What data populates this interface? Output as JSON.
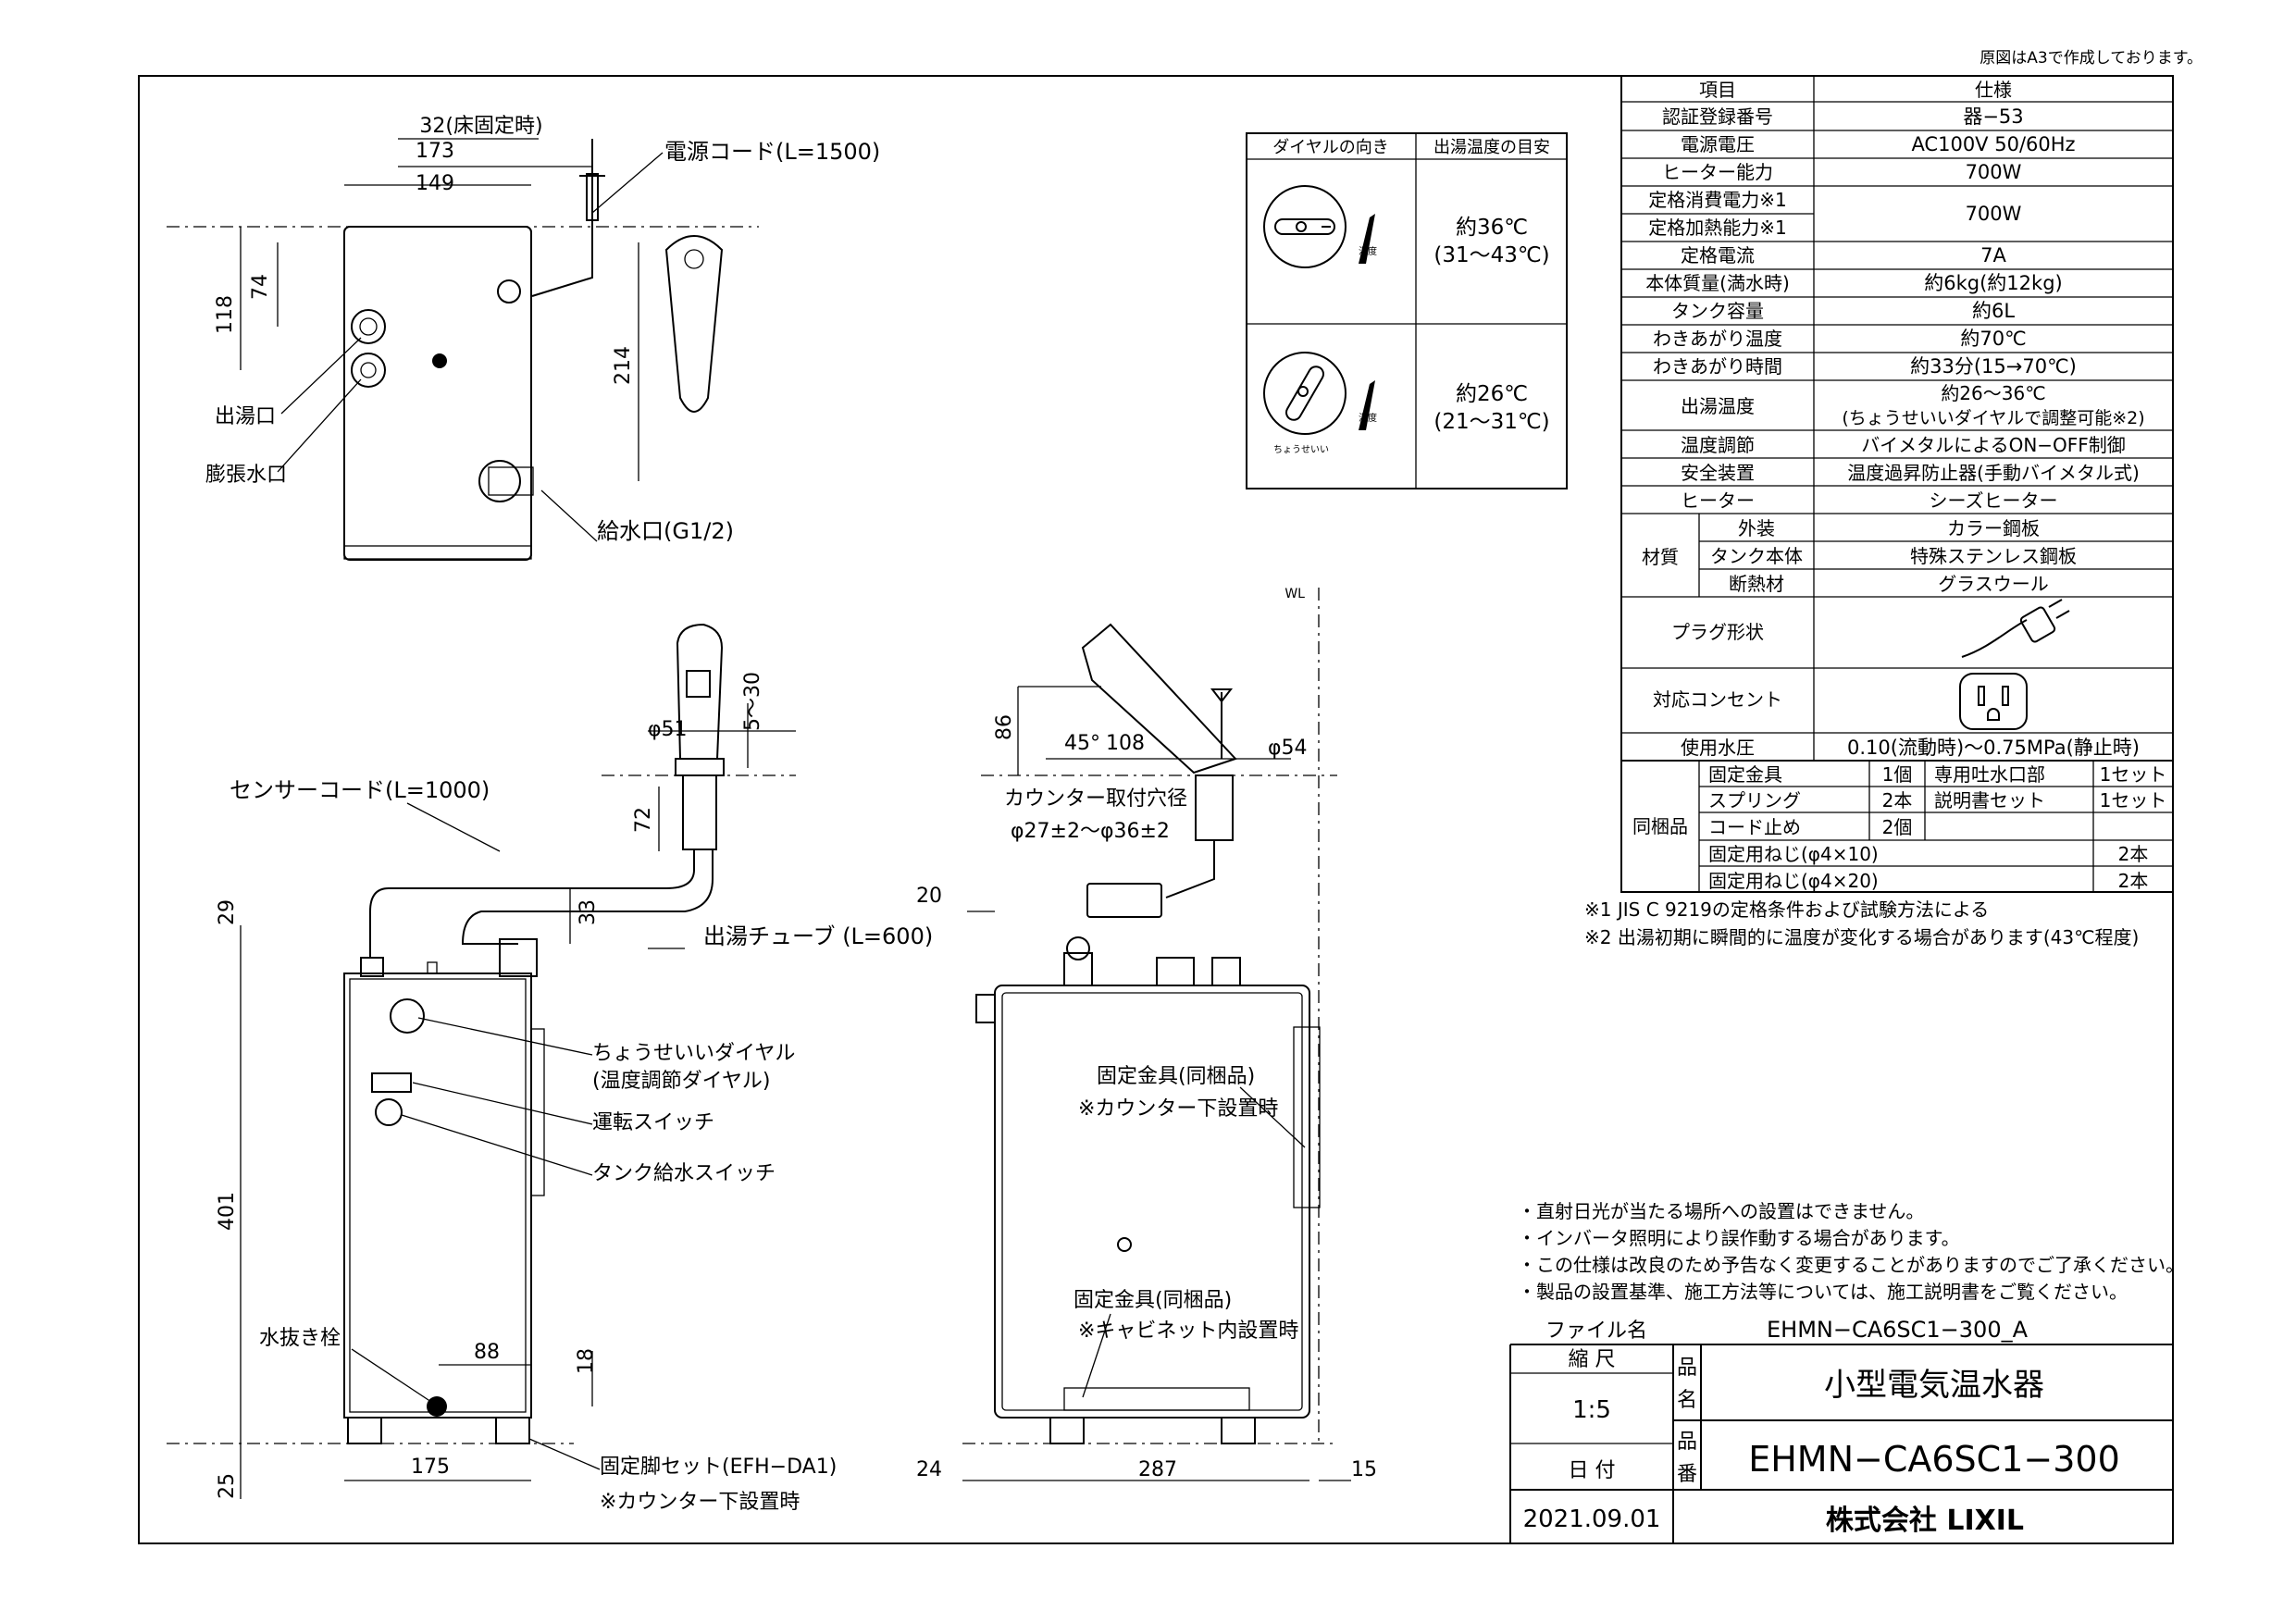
{
  "header_note": "原図はA3で作成しております。",
  "spec_table": {
    "col_item": "項目",
    "col_spec": "仕様",
    "rows": [
      {
        "item": "認証登録番号",
        "value": "器−53"
      },
      {
        "item": "電源電圧",
        "value": "AC100V 50/60Hz"
      },
      {
        "item": "ヒーター能力",
        "value": "700W"
      },
      {
        "item": "定格消費電力※1",
        "value": ""
      },
      {
        "item": "定格加熱能力※1",
        "value": "700W"
      },
      {
        "item": "定格電流",
        "value": "7A"
      },
      {
        "item": "本体質量(満水時)",
        "value": "約6kg(約12kg)"
      },
      {
        "item": "タンク容量",
        "value": "約6L"
      },
      {
        "item": "わきあがり温度",
        "value": "約70℃"
      },
      {
        "item": "わきあがり時間",
        "value": "約33分(15→70℃)"
      }
    ],
    "outlet_temp_item": "出湯温度",
    "outlet_temp_line1": "約26〜36℃",
    "outlet_temp_line2": "(ちょうせいいダイヤルで調整可能※2)",
    "rows2": [
      {
        "item": "温度調節",
        "value": "バイメタルによるON−OFF制御"
      },
      {
        "item": "安全装置",
        "value": "温度過昇防止器(手動バイメタル式)"
      },
      {
        "item": "ヒーター",
        "value": "シーズヒーター"
      }
    ],
    "material_label": "材質",
    "material_rows": [
      {
        "item": "外装",
        "value": "カラー鋼板"
      },
      {
        "item": "タンク本体",
        "value": "特殊ステンレス鋼板"
      },
      {
        "item": "断熱材",
        "value": "グラスウール"
      }
    ],
    "plug_label": "プラグ形状",
    "outlet_label": "対応コンセント",
    "pressure_item": "使用水圧",
    "pressure_value": "0.10(流動時)〜0.75MPa(静止時)",
    "included_label": "同梱品",
    "included_rows": [
      {
        "name": "固定金具",
        "qty": "1個",
        "name2": "専用吐水口部",
        "qty2": "1セット"
      },
      {
        "name": "スプリング",
        "qty": "2本",
        "name2": "説明書セット",
        "qty2": "1セット"
      },
      {
        "name": "コード止め",
        "qty": "2個",
        "name2": "",
        "qty2": ""
      },
      {
        "name": "固定用ねじ(φ4×10)",
        "qty": "2本"
      },
      {
        "name": "固定用ねじ(φ4×20)",
        "qty": "2本"
      }
    ]
  },
  "footnotes": [
    "※1 JIS C 9219の定格条件および試験方法による",
    "※2 出湯初期に瞬間的に温度が変化する場合があります(43℃程度)"
  ],
  "dial_table": {
    "col_dir": "ダイヤルの向き",
    "col_temp": "出湯温度の目安",
    "rows": [
      {
        "temp1": "約36℃",
        "temp2": "(31〜43℃)"
      },
      {
        "temp1": "約26℃",
        "temp2": "(21〜31℃)"
      }
    ],
    "dial_marks": [
      "温度",
      "ちょうせいい"
    ]
  },
  "top_view": {
    "dim_32": "32(床固定時)",
    "dim_173": "173",
    "dim_149": "149",
    "dim_118": "118",
    "dim_74": "74",
    "dim_214": "214",
    "power_cord": "電源コード(L=1500)",
    "outlet_port": "出湯口",
    "expansion_port": "膨張水口",
    "supply_port": "給水口(G1/2)"
  },
  "front_view": {
    "dim_51": "φ51",
    "dim_5_30": "5〜30",
    "dim_72": "72",
    "dim_33": "33",
    "dim_29": "29",
    "dim_401": "401",
    "dim_88": "88",
    "dim_18": "18",
    "dim_175": "175",
    "dim_25": "25",
    "sensor_cord": "センサーコード(L=1000)",
    "outlet_tube": "出湯チューブ (L=600)",
    "dial_label1": "ちょうせいいダイヤル",
    "dial_label2": "(温度調節ダイヤル)",
    "run_switch": "運転スイッチ",
    "tank_switch": "タンク給水スイッチ",
    "drain": "水抜き栓",
    "foot_set": "固定脚セット(EFH−DA1)",
    "foot_note": "※カウンター下設置時"
  },
  "side_view": {
    "wl": "WL",
    "dim_86": "86",
    "dim_45": "45°",
    "dim_108": "108",
    "dim_54": "φ54",
    "hole_label": "カウンター取付穴径",
    "hole_value": "φ27±2〜φ36±2",
    "dim_20": "20",
    "bracket1": "固定金具(同梱品)",
    "bracket1_note": "※カウンター下設置時",
    "bracket2": "固定金具(同梱品)",
    "bracket2_note": "※キャビネット内設置時",
    "dim_24": "24",
    "dim_287": "287",
    "dim_15": "15"
  },
  "notes": [
    "・直射日光が当たる場所への設置はできません。",
    "・インバータ照明により誤作動する場合があります。",
    "・この仕様は改良のため予告なく変更することがありますのでご了承ください。",
    "・製品の設置基準、施工方法等については、施工説明書をご覧ください。"
  ],
  "title_block": {
    "file_label": "ファイル名",
    "file_name": "EHMN−CA6SC1−300_A",
    "scale_label": "縮 尺",
    "scale_value": "1:5",
    "product_label1": "品",
    "product_label2": "名",
    "product_name": "小型電気温水器",
    "number_label1": "品",
    "number_label2": "番",
    "product_number": "EHMN−CA6SC1−300",
    "date_label": "日 付",
    "date_value": "2021.09.01",
    "company": "株式会社 LIXIL"
  }
}
